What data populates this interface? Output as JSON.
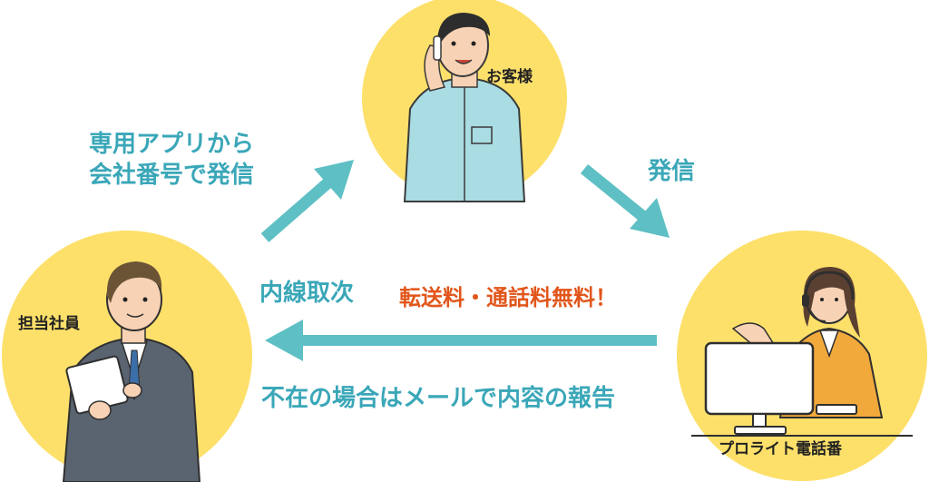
{
  "colors": {
    "circle": "#fde06a",
    "arrow": "#5ec0c4",
    "teal_text": "#3aa7b8",
    "orange_text": "#e1561b",
    "customer_shirt": "#a9dce3",
    "staff_suit": "#5a6470",
    "operator_jacket": "#f2a93b"
  },
  "nodes": {
    "customer": {
      "label": "お客様"
    },
    "staff": {
      "label": "担当社員"
    },
    "operator": {
      "label": "プロライト電話番"
    }
  },
  "edges": {
    "app_call": {
      "line1": "専用アプリから",
      "line2": "会社番号で発信"
    },
    "call": {
      "label": "発信"
    },
    "transfer": {
      "label": "内線取次"
    },
    "free_note": {
      "label": "転送料・通話料無料！"
    },
    "absent_report": {
      "label": "不在の場合はメールで内容の報告"
    }
  }
}
